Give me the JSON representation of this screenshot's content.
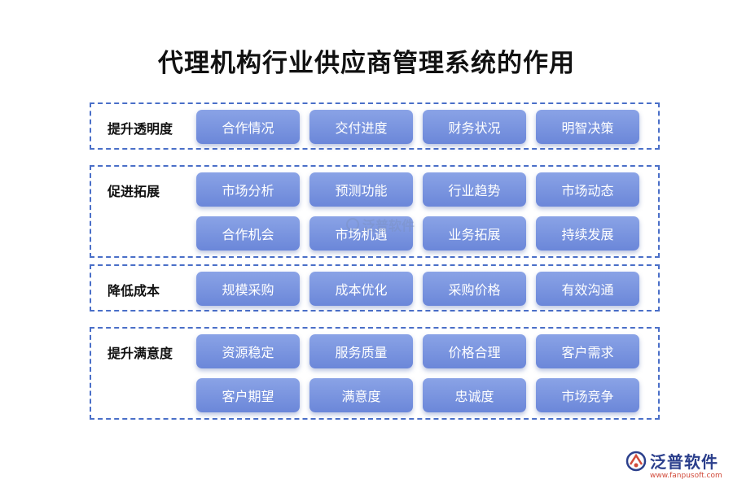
{
  "title": "代理机构行业供应商管理系统的作用",
  "sections": [
    {
      "label": "提升透明度",
      "items": [
        "合作情况",
        "交付进度",
        "财务状况",
        "明智决策"
      ]
    },
    {
      "label": "促进拓展",
      "items": [
        "市场分析",
        "预测功能",
        "行业趋势",
        "市场动态",
        "合作机会",
        "市场机遇",
        "业务拓展",
        "持续发展"
      ]
    },
    {
      "label": "降低成本",
      "items": [
        "规模采购",
        "成本优化",
        "采购价格",
        "有效沟通"
      ]
    },
    {
      "label": "提升满意度",
      "items": [
        "资源稳定",
        "服务质量",
        "价格合理",
        "客户需求",
        "客户期望",
        "满意度",
        "忠诚度",
        "市场竞争"
      ]
    }
  ],
  "watermark": "泛普软件",
  "logo": {
    "name": "泛普软件",
    "url": "www.fanpusoft.com"
  },
  "colors": {
    "border": "#4a6fc8",
    "box": "#7a94df",
    "logo": "#2b3f8c"
  }
}
